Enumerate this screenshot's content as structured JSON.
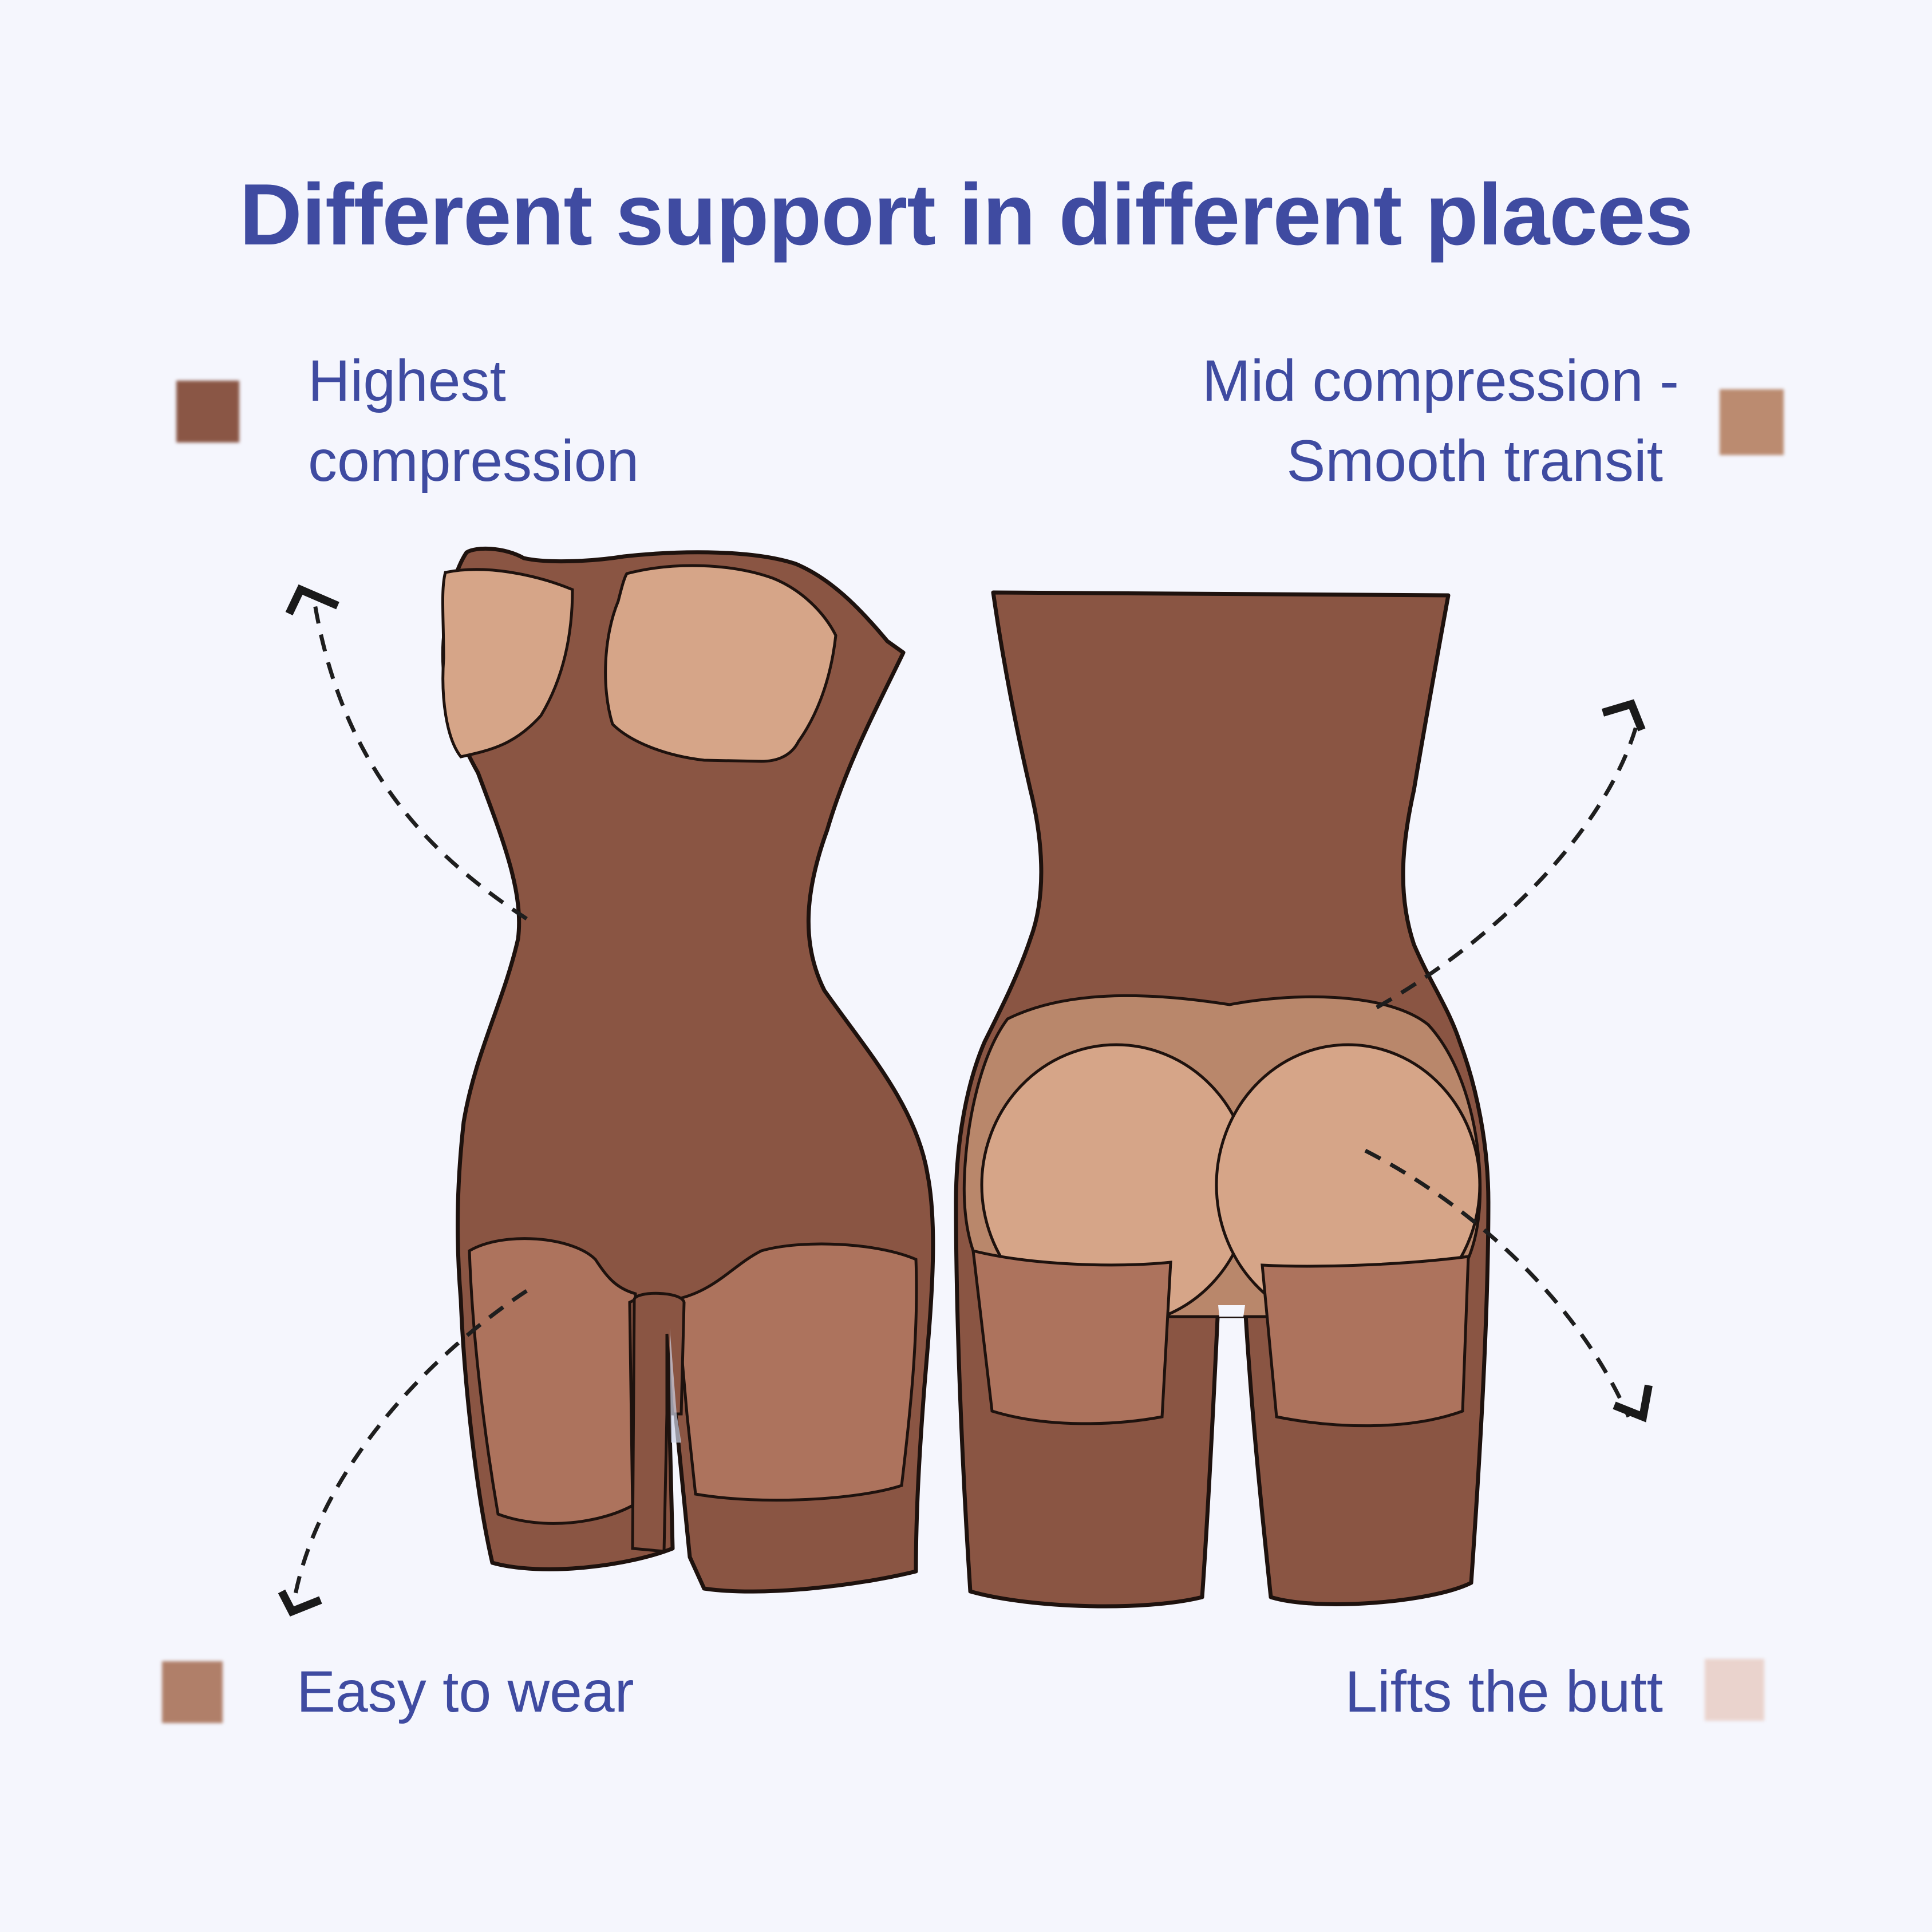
{
  "title": "Different support in different places",
  "legend": {
    "highest_compression": {
      "line1": "Highest",
      "line2": "compression",
      "color": "#8a5645"
    },
    "mid_compression": {
      "line1": "Mid compression -",
      "line2": "Smooth transit",
      "color": "#bb8b70"
    },
    "easy_to_wear": {
      "label": "Easy to wear",
      "color": "#b07f69"
    },
    "lifts_the_butt": {
      "label": "Lifts the butt",
      "color": "#ead3cd"
    }
  },
  "colors": {
    "background": "#f5f6fd",
    "text_accent": "#3f4ba1",
    "garment_dark": "#8a5543",
    "garment_mid": "#b9876b",
    "garment_light_panel": "#ad735d",
    "cup_skin": "#d6a588",
    "outline": "#1e120e"
  },
  "illustrations": [
    {
      "view": "front",
      "description": "Strapless bodysuit shapewear front view with molded cups and thigh panels"
    },
    {
      "view": "back",
      "description": "High-waist shaper short back view with butt-lift cups and thigh panels"
    }
  ]
}
